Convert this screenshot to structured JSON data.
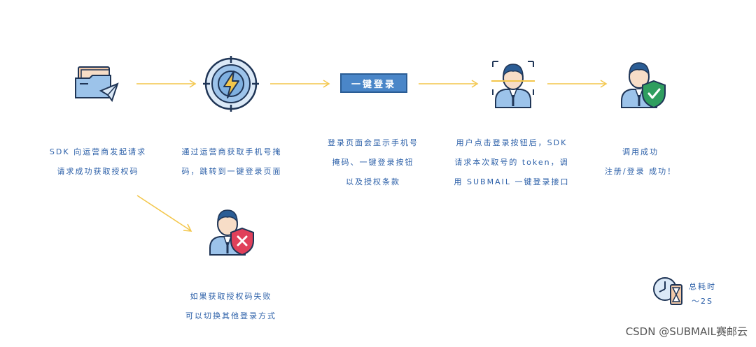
{
  "steps": [
    {
      "name": "sdk-request",
      "lines": [
        "SDK 向运营商发起请求",
        "请求成功获取授权码"
      ]
    },
    {
      "name": "get-phone",
      "lines": [
        "通过运营商获取手机号掩",
        "码，跳转到一键登录页面"
      ]
    },
    {
      "name": "login-page",
      "lines": [
        "登录页面会显示手机号",
        "掩码、一键登录按钮",
        "以及授权条款"
      ]
    },
    {
      "name": "click-login",
      "lines": [
        "用户点击登录按钮后，SDK",
        "请求本次取号的 token，调",
        "用 SUBMAIL 一键登录接口"
      ]
    },
    {
      "name": "success",
      "lines": [
        "调用成功",
        "注册/登录 成功！"
      ]
    }
  ],
  "login_button_label": "一键登录",
  "failure": {
    "lines": [
      "如果获取授权码失败",
      "可以切换其他登录方式"
    ]
  },
  "total_time": {
    "label": "总耗时",
    "value": "～2S"
  },
  "watermark": "CSDN @SUBMAIL赛邮云",
  "colors": {
    "accent": "#2b5fa8",
    "arrow": "#f3c64a",
    "button": "#4a86c8",
    "success": "#2f9e5f",
    "fail": "#e0405a"
  },
  "icons": [
    "folder-icon",
    "radar-bolt-icon",
    "face-scan-icon",
    "user-success-icon",
    "user-fail-icon",
    "clock-hourglass-icon"
  ]
}
